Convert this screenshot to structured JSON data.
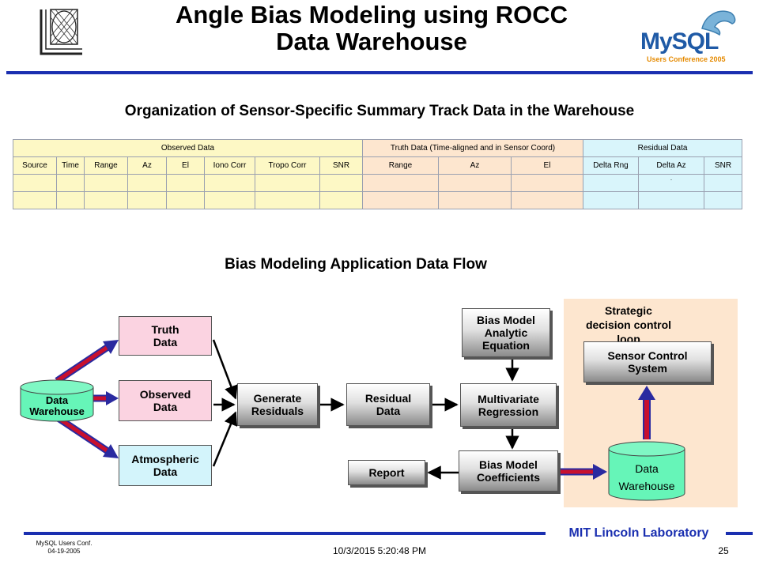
{
  "header": {
    "title_line1": "Angle Bias Modeling using ROCC",
    "title_line2": "Data Warehouse",
    "mysql_logo_text": "MySQL",
    "mysql_logo_subtext": "Users Conference 2005"
  },
  "section1": {
    "heading": "Organization of Sensor-Specific Summary Track Data in the Warehouse",
    "groups": [
      {
        "label": "Observed Data",
        "span": 8
      },
      {
        "label": "Truth Data (Time-aligned and in Sensor Coord)",
        "span": 3
      },
      {
        "label": "Residual Data",
        "span": 3
      }
    ],
    "columns": [
      "Source",
      "Time",
      "Range",
      "Az",
      "El",
      "Iono Corr",
      "Tropo Corr",
      "SNR",
      "Range",
      "Az",
      "El",
      "Delta Rng",
      "Delta Az",
      "SNR"
    ],
    "dot": "."
  },
  "section2": {
    "heading": "Bias Modeling Application Data Flow",
    "data_warehouse_left": "Data Warehouse",
    "truth_data": "Truth Data",
    "observed_data": "Observed Data",
    "atmospheric_data": "Atmospheric Data",
    "generate_residuals": "Generate Residuals",
    "residual_data": "Residual Data",
    "bias_model_equation": "Bias Model Analytic Equation",
    "multivariate_regression": "Multivariate Regression",
    "bias_model_coefficients": "Bias Model Coefficients",
    "report": "Report",
    "strategic_loop": "Strategic decision control loop",
    "sensor_control": "Sensor Control System",
    "data_warehouse_right": "Data Warehouse"
  },
  "footer": {
    "conf_line1": "MySQL Users Conf.",
    "conf_line2": "04-19-2005",
    "timestamp": "10/3/2015 5:20:48 PM",
    "lab": "MIT Lincoln Laboratory",
    "page_number": "25"
  },
  "colors": {
    "rule": "#1a2fb0",
    "observed": "#fdf8c5",
    "truth": "#fde6cf",
    "residual": "#d9f5fb",
    "cylinder": "#66f5b8",
    "arrow_fill": "#c8102e",
    "arrow_edge": "#2a2aa0",
    "loop_panel": "#fde6cf"
  }
}
